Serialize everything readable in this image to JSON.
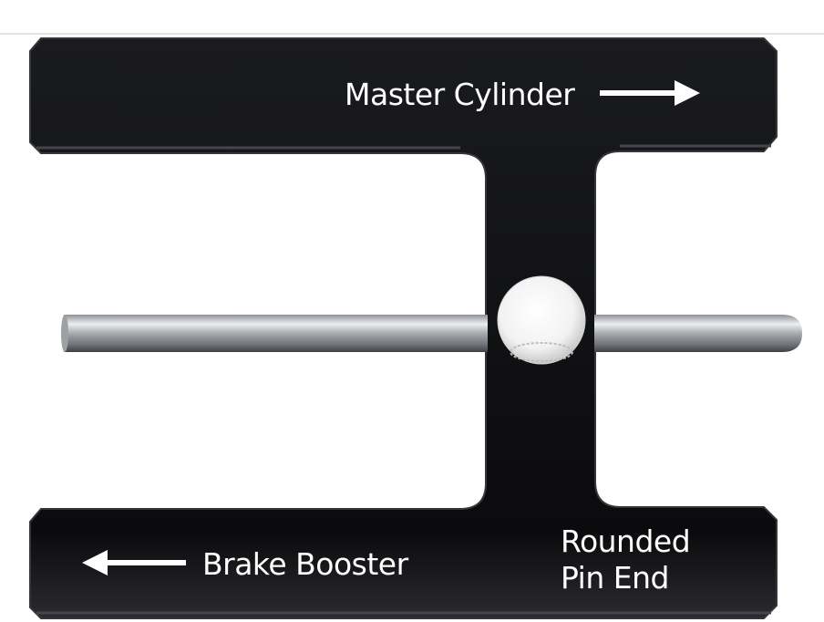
{
  "product": {
    "label_master_cylinder": "Master Cylinder",
    "label_brake_booster": "Brake Booster",
    "label_rounded_line1": "Rounded",
    "label_rounded_line2": "Pin End"
  },
  "icons": {
    "right_arrow": "arrow-right-icon",
    "left_arrow": "arrow-left-icon"
  },
  "colors": {
    "body": "#0d0d0f",
    "edge": "#2c2d31",
    "text": "#ffffff",
    "pin": "#b9bcc0",
    "background": "#ffffff"
  }
}
